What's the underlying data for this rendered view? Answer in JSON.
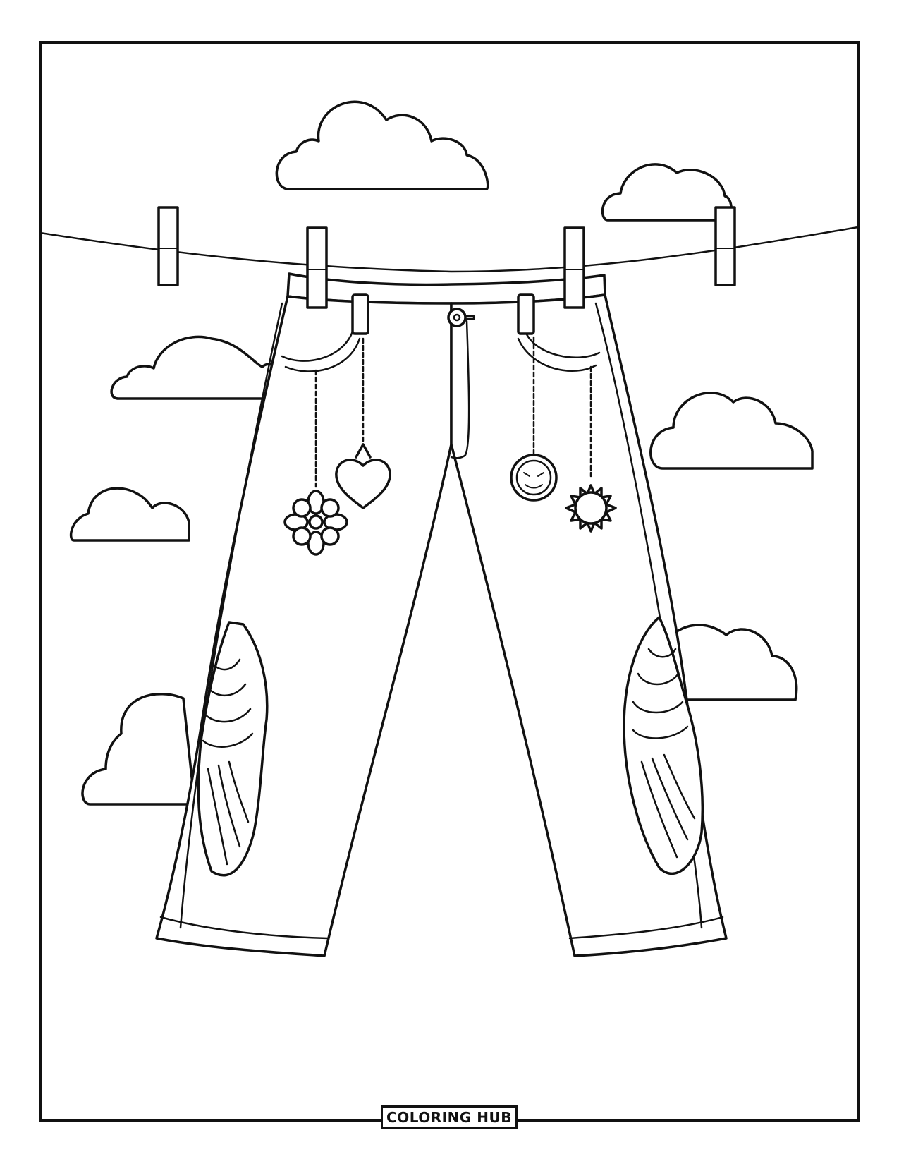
{
  "brand": {
    "label": "COLORING HUB"
  },
  "colors": {
    "line": "#111111",
    "paper": "#ffffff"
  },
  "illustration": {
    "items": [
      "cloud-icon",
      "clothesline",
      "clothespin-icon",
      "jeans",
      "heart-charm-icon",
      "flower-charm-icon",
      "smiley-charm-icon",
      "sun-charm-icon",
      "wing-icon"
    ]
  }
}
